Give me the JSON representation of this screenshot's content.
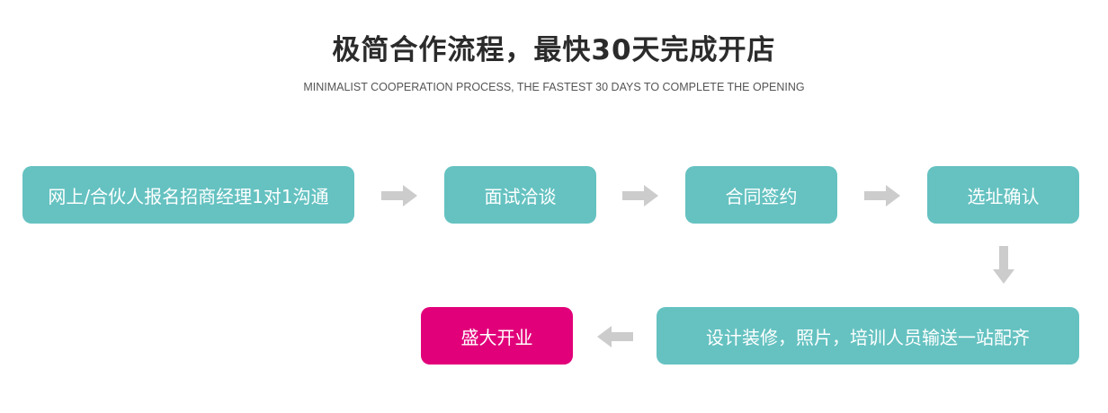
{
  "header": {
    "title": "极简合作流程，最快30天完成开店",
    "subtitle": "MINIMALIST COOPERATION PROCESS, THE FASTEST 30 DAYS TO COMPLETE THE OPENING"
  },
  "steps": [
    {
      "label": "网上/合伙人报名招商经理1对1沟通"
    },
    {
      "label": "面试洽谈"
    },
    {
      "label": "合同签约"
    },
    {
      "label": "选址确认"
    },
    {
      "label": "设计装修，照片，培训人员输送一站配齐"
    },
    {
      "label": "盛大开业"
    }
  ],
  "colors": {
    "step": "#65c2c1",
    "final_step": "#e2007a",
    "arrow": "#cccccc",
    "title": "#2b2b2b"
  },
  "icons": [
    "arrow-right-icon",
    "arrow-down-icon",
    "arrow-left-icon"
  ]
}
